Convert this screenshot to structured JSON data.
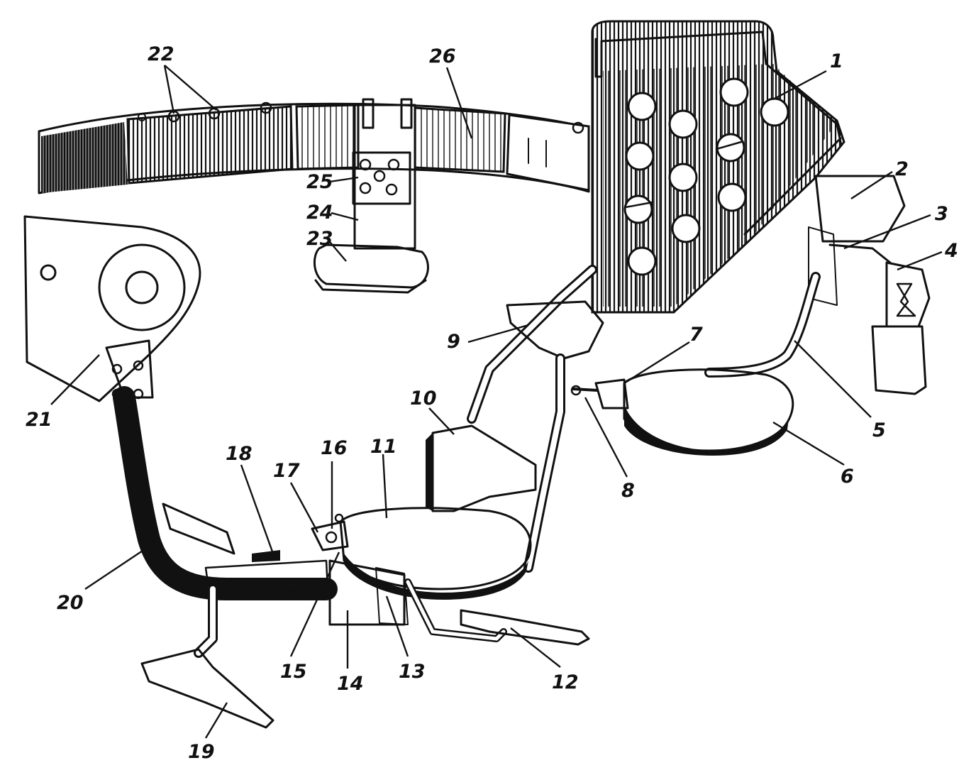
{
  "figure": {
    "labels": {
      "n1": "1",
      "n2": "2",
      "n3": "3",
      "n4": "4",
      "n5": "5",
      "n6": "6",
      "n7": "7",
      "n8": "8",
      "n9": "9",
      "n10": "10",
      "n11": "11",
      "n12": "12",
      "n13": "13",
      "n14": "14",
      "n15": "15",
      "n16": "16",
      "n17": "17",
      "n18": "18",
      "n19": "19",
      "n20": "20",
      "n21": "21",
      "n22": "22",
      "n23": "23",
      "n24": "24",
      "n25": "25",
      "n26": "26"
    }
  }
}
